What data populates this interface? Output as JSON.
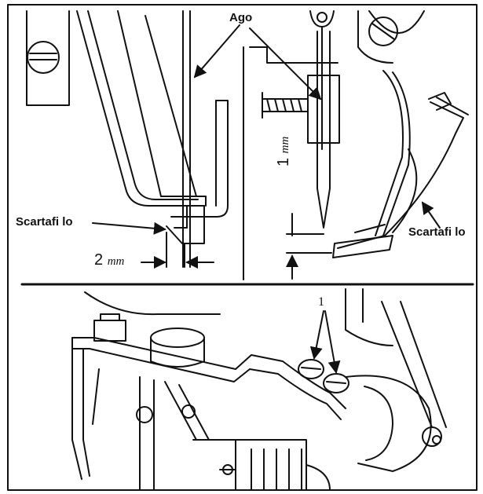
{
  "labels": {
    "needle_top": "Ago",
    "thread_trimmer_left": "Scartafi lo",
    "thread_trimmer_right": "Scartafi lo",
    "dimension_2mm_value": "2",
    "dimension_2mm_unit": "mm",
    "dimension_1mm_value": "1",
    "dimension_1mm_unit": "mm",
    "callout_1": "1"
  },
  "colors": {
    "line": "#111111",
    "background": "#ffffff"
  }
}
